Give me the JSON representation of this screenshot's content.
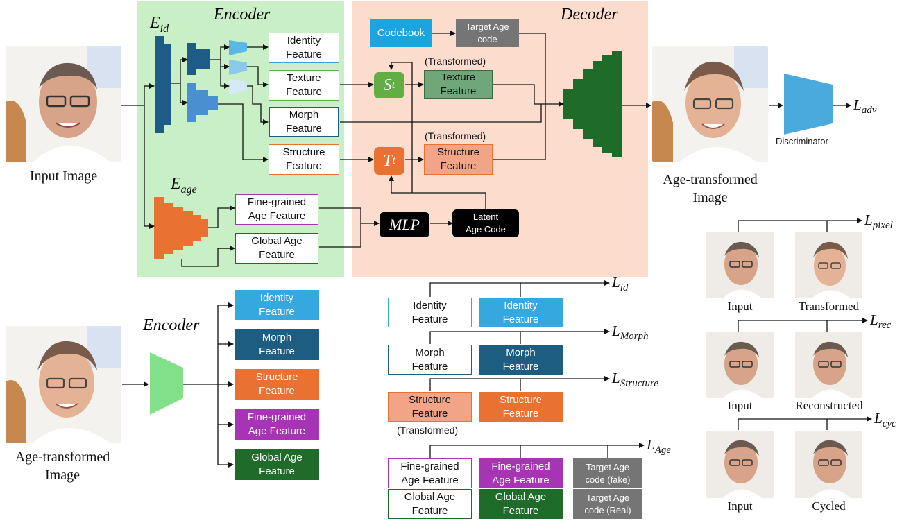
{
  "titles": {
    "encoder": "Encoder",
    "decoder": "Decoder",
    "encoder_bottom": "Encoder"
  },
  "labels": {
    "e_id": "E",
    "e_id_sub": "id",
    "e_age": "E",
    "e_age_sub": "age",
    "s_t": "S",
    "s_t_sub": "t",
    "t_t": "T",
    "t_t_sub": "t",
    "mlp": "MLP",
    "discriminator": "Discriminator"
  },
  "top_boxes": {
    "identity": "Identity\nFeature",
    "texture": "Texture\nFeature",
    "morph": "Morph\nFeature",
    "structure": "Structure\nFeature",
    "fine_age": "Fine-grained\nAge Feature",
    "global_age": "Global Age\nFeature",
    "codebook": "Codebook",
    "target_age": "Target Age\ncode",
    "texture_t": "Texture\nFeature",
    "structure_t": "Structure\nFeature",
    "transformed1": "(Transformed)",
    "transformed2": "(Transformed)",
    "latent": "Latent\nAge Code"
  },
  "captions": {
    "input_image": "Input Image",
    "age_transformed_top": "Age-transformed\nImage",
    "age_transformed_bottom": "Age-transformed\nImage"
  },
  "bottom_left": {
    "identity": "Identity\nFeature",
    "morph": "Morph\nFeature",
    "structure": "Structure\nFeature",
    "fine_age": "Fine-grained\nAge Feature",
    "global_age": "Global Age\nFeature"
  },
  "bottom_mid": {
    "id_a": "Identity\nFeature",
    "id_b": "Identity\nFeature",
    "morph_a": "Morph\nFeature",
    "morph_b": "Morph\nFeature",
    "struct_a": "Structure\nFeature",
    "struct_b": "Structure\nFeature",
    "struct_note": "(Transformed)",
    "fine_a": "Fine-grained\nAge Feature",
    "fine_b": "Fine-grained\nAge Feature",
    "global_a": "Global Age\nFeature",
    "global_b": "Global Age\nFeature",
    "target_fake": "Target Age\ncode (fake)",
    "target_real": "Target Age\ncode (Real)"
  },
  "losses": {
    "adv": "adv",
    "pixel": "pixel",
    "rec": "rec",
    "cyc": "cyc",
    "id": "id",
    "morph": "Morph",
    "structure": "Structure",
    "age": "Age",
    "L": "L"
  },
  "right_captions": {
    "input1": "Input",
    "transformed": "Transformed",
    "input2": "Input",
    "reconstructed": "Reconstructed",
    "input3": "Input",
    "cycled": "Cycled"
  },
  "colors": {
    "encoder_bg": "#c9efc6",
    "decoder_bg": "#fbdccd",
    "dark_blue": "#1c5c86",
    "mid_blue": "#4a90d0",
    "light_blue": "#5ab8e8",
    "orange": "#e97132",
    "green_box": "#63ad46",
    "dark_green": "#1e6b2a",
    "teal_dark": "#1d5d82",
    "purple": "#a733b5",
    "gray_box": "#757575"
  }
}
